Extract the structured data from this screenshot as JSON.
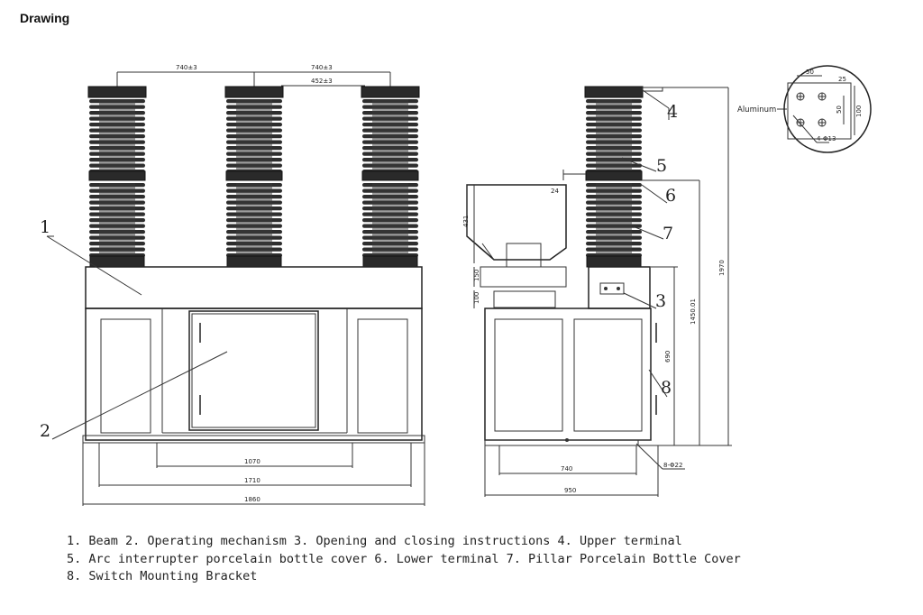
{
  "header": {
    "title": "Drawing"
  },
  "front_view": {
    "dims": {
      "top_left": "740±3",
      "top_right": "740±3",
      "top_inner": "452±3",
      "d1070": "1070",
      "d1710": "1710",
      "d1860": "1860"
    },
    "callouts": {
      "c1": "1",
      "c2": "2"
    }
  },
  "side_view": {
    "dims": {
      "h431": "431",
      "h150": "150",
      "h100": "100",
      "h1970": "1970",
      "h1450": "1450.01",
      "h690": "690",
      "d24": "24",
      "d740": "740",
      "d950": "950",
      "holes": "8-Φ22"
    },
    "callouts": {
      "c3": "3",
      "c4": "4",
      "c5": "5",
      "c6": "6",
      "c7": "7",
      "c8": "8"
    }
  },
  "detail": {
    "label": "Aluminum",
    "d50": "50",
    "d25": "25",
    "d50v": "50",
    "d100": "100",
    "holes": "4-Φ13"
  },
  "legend": [
    "1. Beam 2. Operating mechanism 3. Opening and closing instructions 4. Upper terminal",
    "5. Arc interrupter porcelain bottle cover 6. Lower terminal 7. Pillar Porcelain Bottle Cover",
    "8. Switch Mounting Bracket"
  ]
}
